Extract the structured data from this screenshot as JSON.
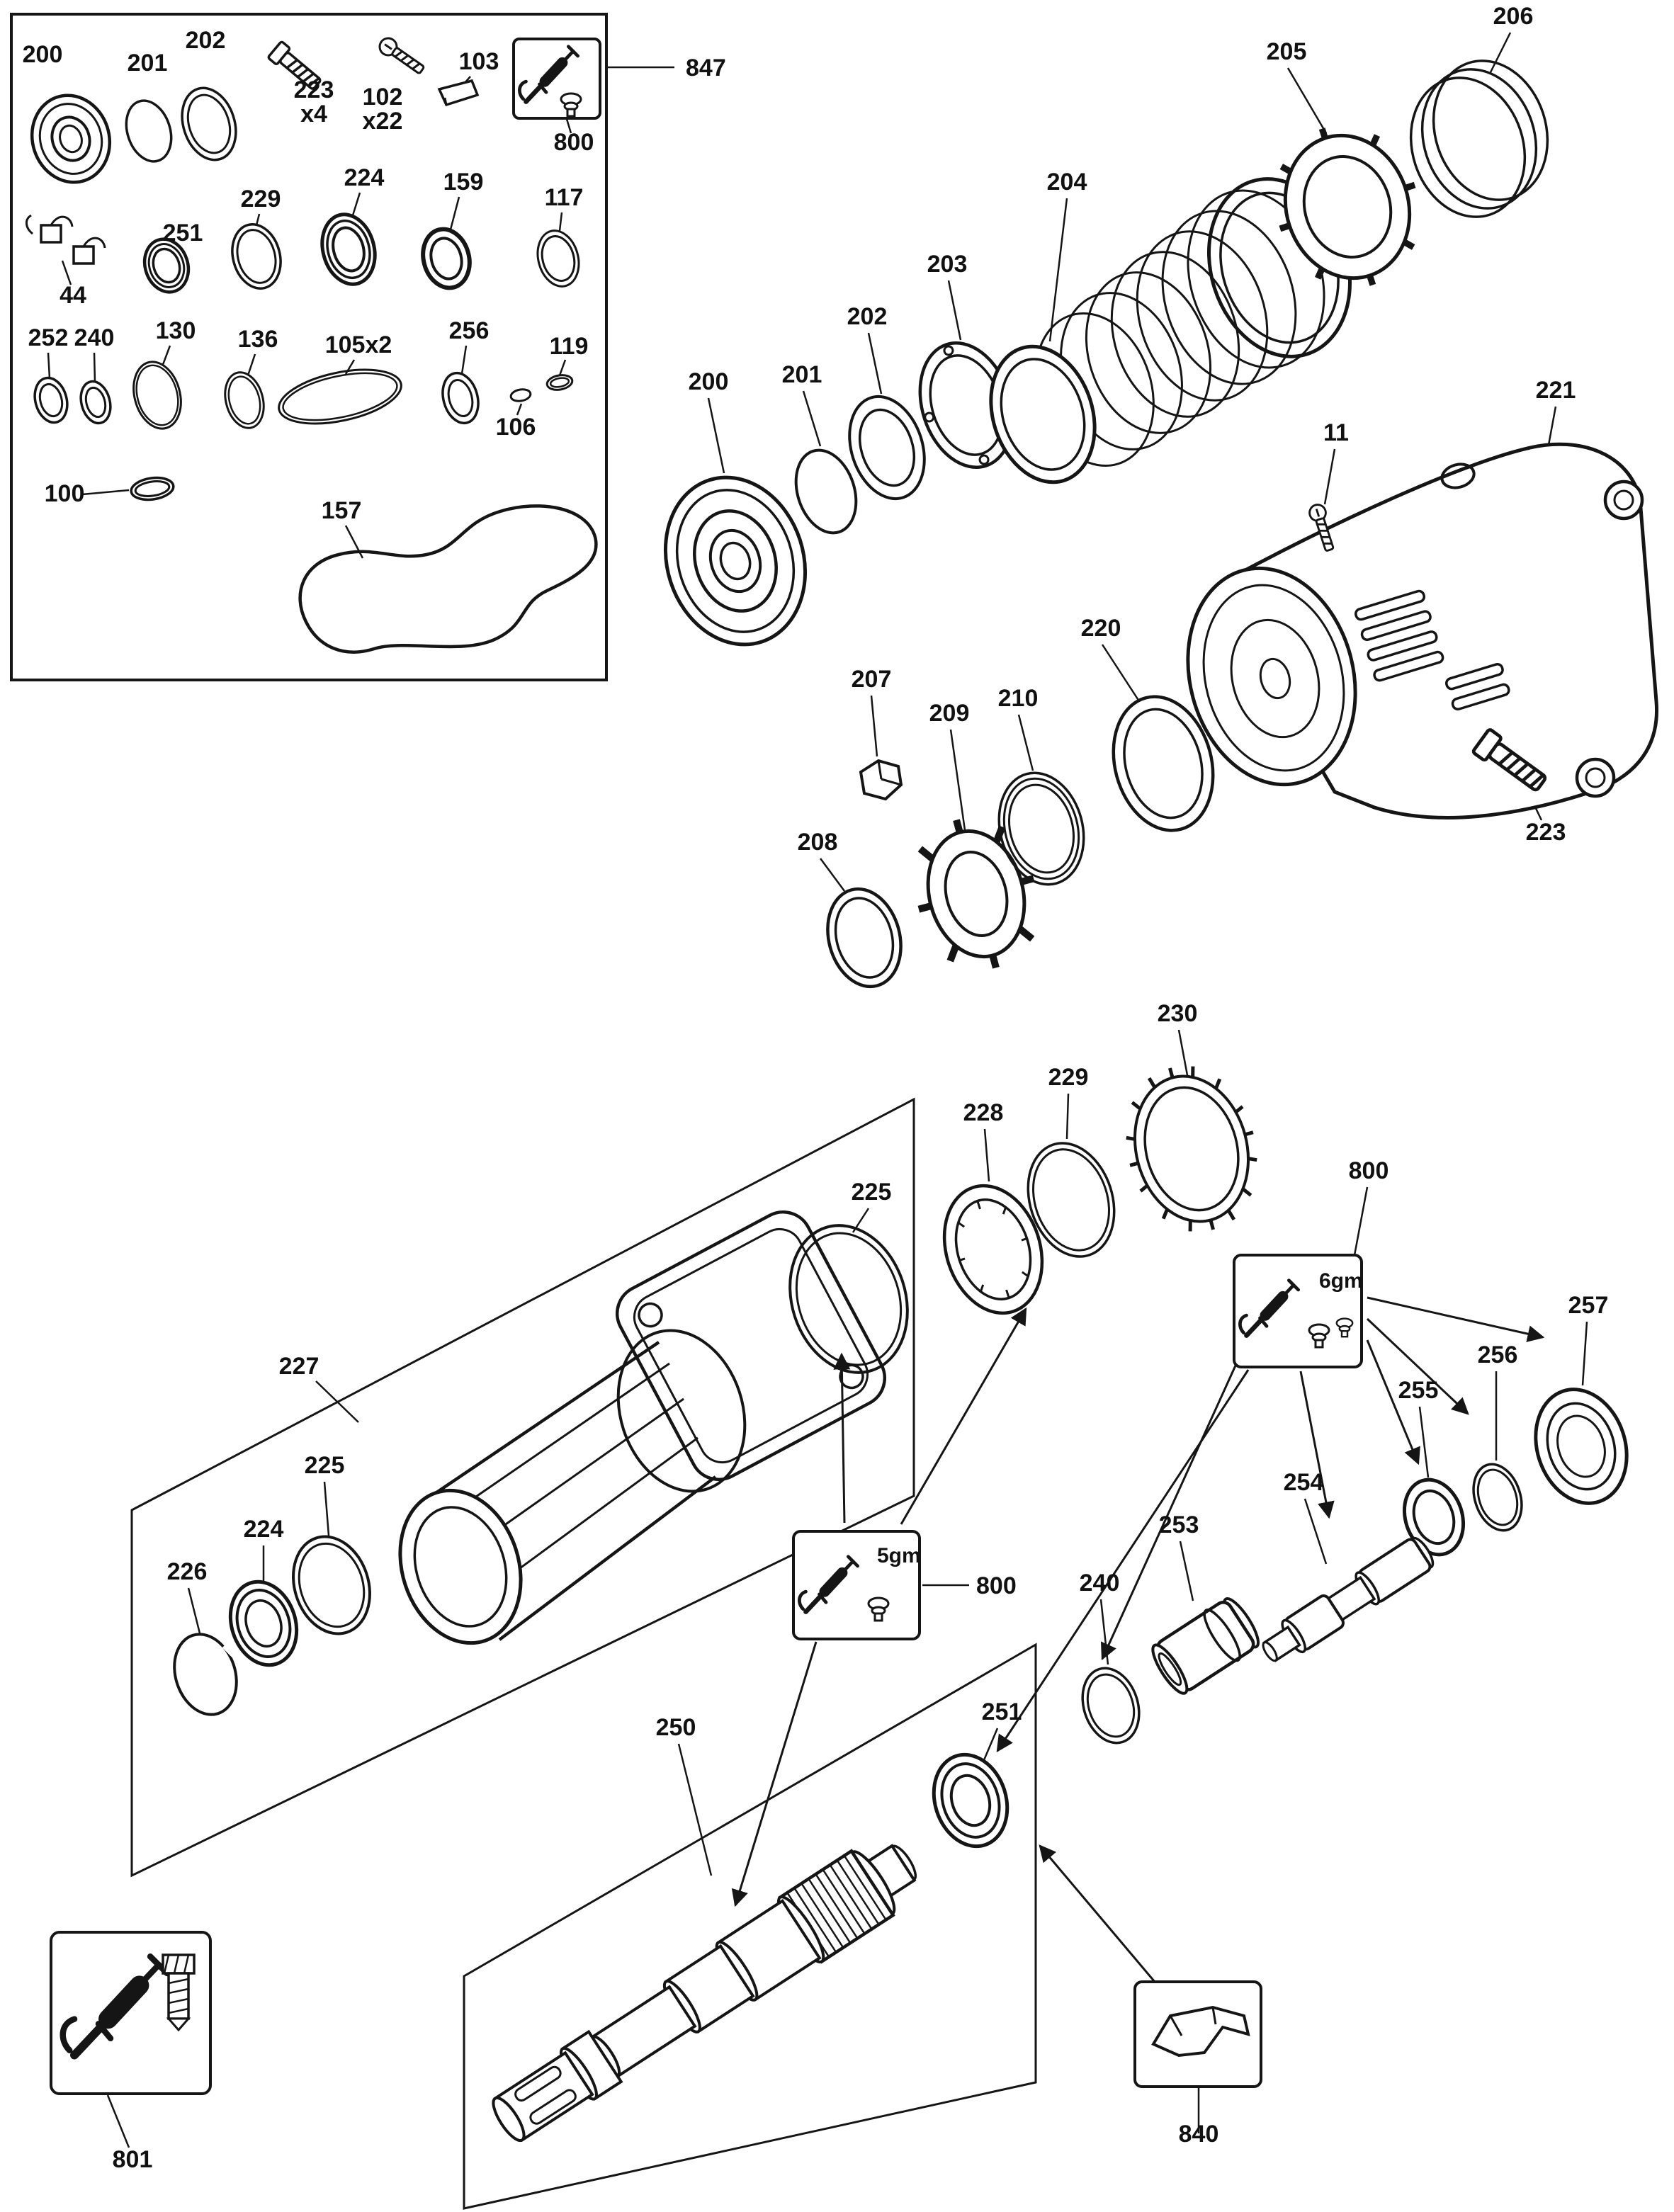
{
  "figure": {
    "description": "Exploded parts diagram of a rotary hammer power tool"
  },
  "inset": {
    "callout": "847",
    "labels": {
      "p200": "200",
      "p201": "201",
      "p202": "202",
      "p223": "223",
      "p223_qty": "x4",
      "p102": "102",
      "p102_qty": "x22",
      "p103": "103",
      "p800": "800",
      "p229": "229",
      "p224": "224",
      "p159": "159",
      "p117": "117",
      "p251": "251",
      "p44": "44",
      "p252": "252",
      "p240": "240",
      "p130": "130",
      "p136": "136",
      "p105": "105x2",
      "p256": "256",
      "p119": "119",
      "p106": "106",
      "p100": "100",
      "p157": "157"
    }
  },
  "upper": {
    "labels": {
      "p200": "200",
      "p201": "201",
      "p202": "202",
      "p203": "203",
      "p204": "204",
      "p205": "205",
      "p206": "206",
      "p221": "221",
      "p11": "11",
      "p220": "220",
      "p207": "207",
      "p208": "208",
      "p209": "209",
      "p210": "210",
      "p223": "223"
    }
  },
  "lower": {
    "labels": {
      "p230": "230",
      "p229": "229",
      "p228": "228",
      "p225a": "225",
      "p227": "227",
      "p225b": "225",
      "p224": "224",
      "p226": "226",
      "p800a": "800",
      "p800b": "800",
      "p257": "257",
      "p256": "256",
      "p255": "255",
      "p254": "254",
      "p253": "253",
      "p240": "240",
      "p250": "250",
      "p251": "251",
      "p801": "801",
      "p840": "840"
    },
    "grease": {
      "g5": "5gm",
      "g6": "6gm"
    }
  }
}
